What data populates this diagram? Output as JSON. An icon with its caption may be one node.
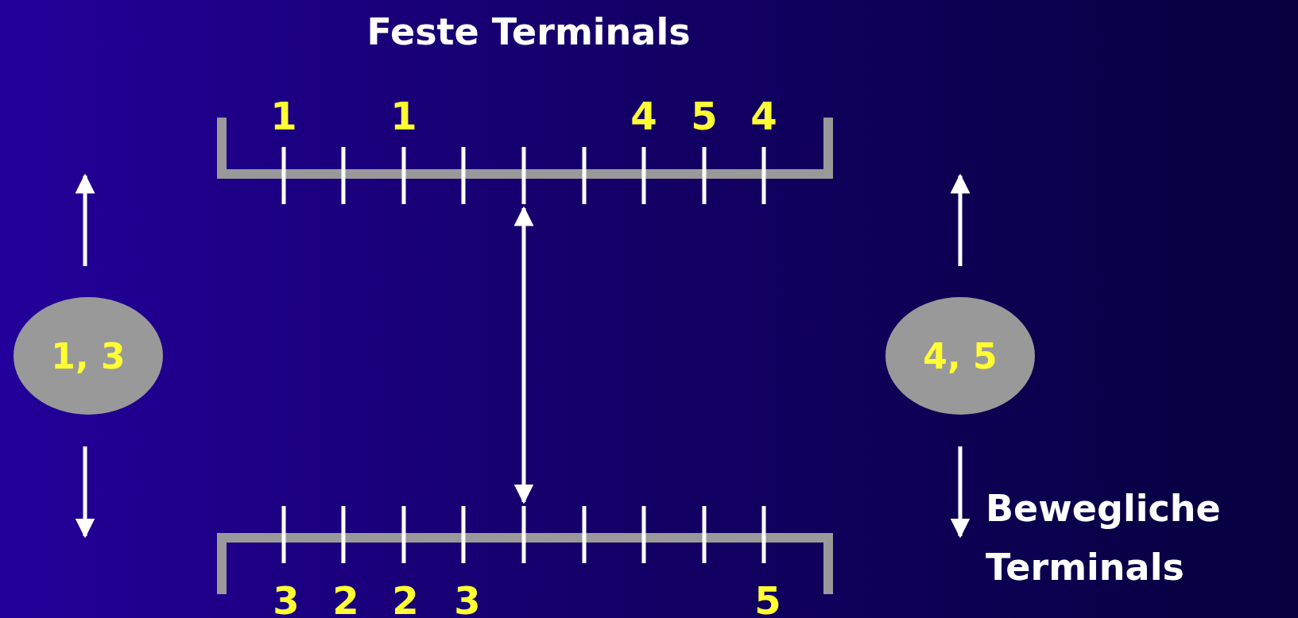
{
  "diagram": {
    "nodes": [
      {
        "text": [],
        "shape": "bar"
      },
      {
        "text": [],
        "shape": "bar"
      },
      {
        "text": [
          "1, 3"
        ]
      },
      {
        "text": [
          "4, 5"
        ]
      }
    ],
    "edges": [
      {
        "from": 0,
        "to": 1,
        "arrow": "both"
      }
    ],
    "labels": [
      "Feste Terminals",
      "1",
      "1",
      "4",
      "5",
      "4",
      "Bewegliche Terminals",
      "3",
      "2",
      "2",
      "3",
      "5"
    ]
  }
}
